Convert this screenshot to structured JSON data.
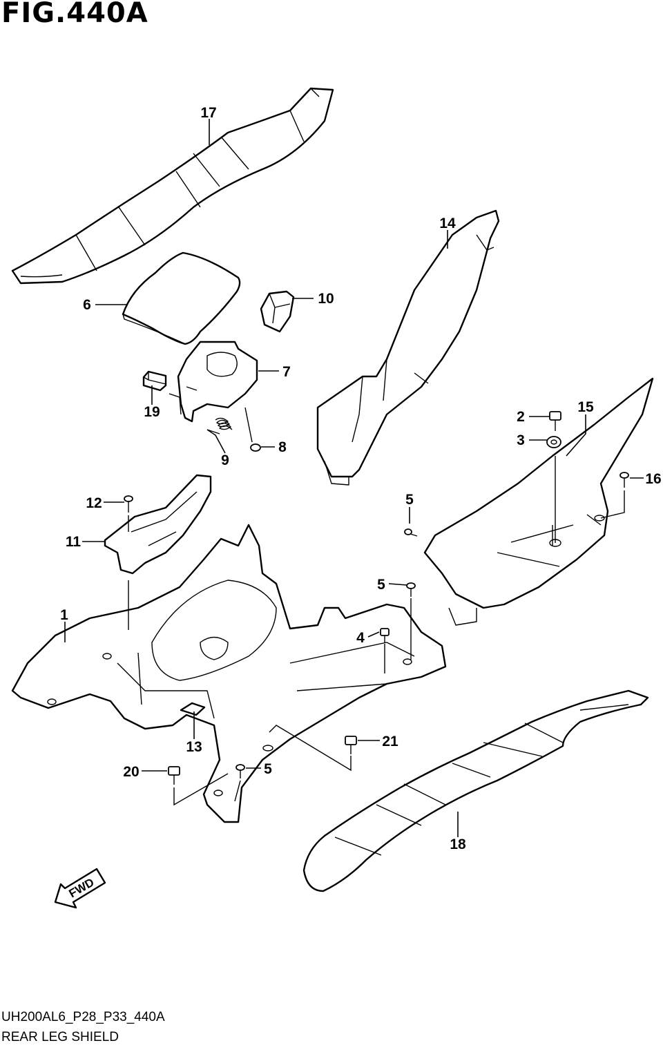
{
  "figure": {
    "title": "FIG.440A",
    "code": "UH200AL6_P28_P33_440A",
    "name": "REAR LEG SHIELD"
  },
  "fwd_arrow": {
    "label": "FWD"
  },
  "callouts": {
    "c1": "1",
    "c2": "2",
    "c3": "3",
    "c4": "4",
    "c5a": "5",
    "c5b": "5",
    "c5c": "5",
    "c6": "6",
    "c7": "7",
    "c8": "8",
    "c9": "9",
    "c10": "10",
    "c11": "11",
    "c12": "12",
    "c13": "13",
    "c14": "14",
    "c15": "15",
    "c16": "16",
    "c17": "17",
    "c18": "18",
    "c19": "19",
    "c20": "20",
    "c21": "21"
  }
}
